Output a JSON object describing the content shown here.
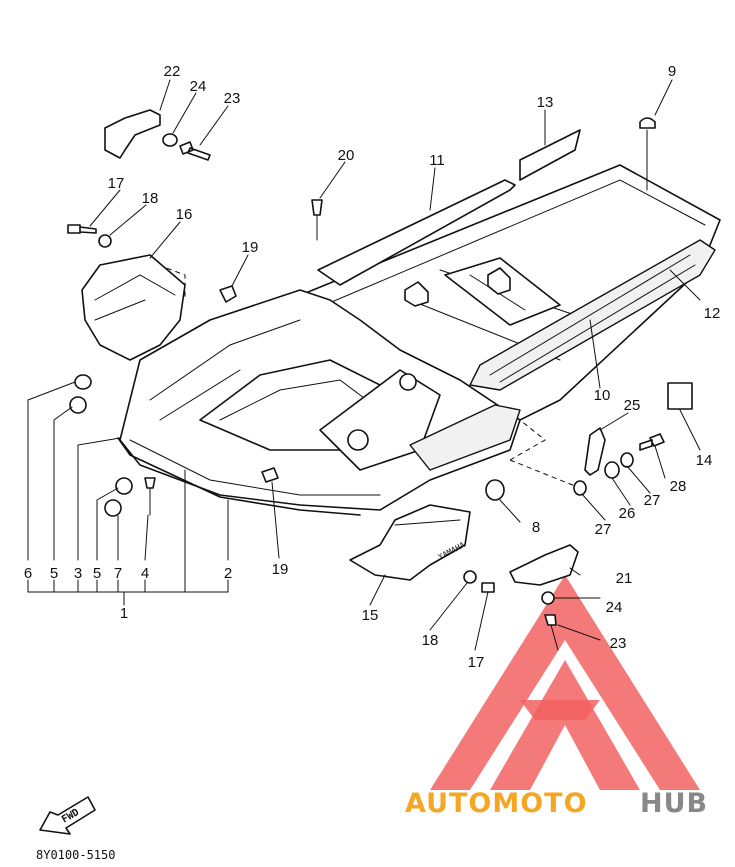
{
  "callouts": [
    {
      "id": "c22",
      "text": "22"
    },
    {
      "id": "c24a",
      "text": "24"
    },
    {
      "id": "c23a",
      "text": "23"
    },
    {
      "id": "c9",
      "text": "9"
    },
    {
      "id": "c13",
      "text": "13"
    },
    {
      "id": "c20",
      "text": "20"
    },
    {
      "id": "c11",
      "text": "11"
    },
    {
      "id": "c17a",
      "text": "17"
    },
    {
      "id": "c18a",
      "text": "18"
    },
    {
      "id": "c16",
      "text": "16"
    },
    {
      "id": "c19a",
      "text": "19"
    },
    {
      "id": "c12",
      "text": "12"
    },
    {
      "id": "c10",
      "text": "10"
    },
    {
      "id": "c14",
      "text": "14"
    },
    {
      "id": "c25",
      "text": "25"
    },
    {
      "id": "c28",
      "text": "28"
    },
    {
      "id": "c27a",
      "text": "27"
    },
    {
      "id": "c26",
      "text": "26"
    },
    {
      "id": "c27b",
      "text": "27"
    },
    {
      "id": "c8",
      "text": "8"
    },
    {
      "id": "c6",
      "text": "6"
    },
    {
      "id": "c5a",
      "text": "5"
    },
    {
      "id": "c3",
      "text": "3"
    },
    {
      "id": "c5b",
      "text": "5"
    },
    {
      "id": "c7",
      "text": "7"
    },
    {
      "id": "c4",
      "text": "4"
    },
    {
      "id": "c2",
      "text": "2"
    },
    {
      "id": "c1",
      "text": "1"
    },
    {
      "id": "c19b",
      "text": "19"
    },
    {
      "id": "c15",
      "text": "15"
    },
    {
      "id": "c18b",
      "text": "18"
    },
    {
      "id": "c17b",
      "text": "17"
    },
    {
      "id": "c21",
      "text": "21"
    },
    {
      "id": "c24b",
      "text": "24"
    },
    {
      "id": "c23b",
      "text": "23"
    }
  ],
  "fwd_label": "FWD",
  "part_code": "8Y0100-5150",
  "brand_on_part": "YAMAHA",
  "watermark": {
    "part1": "AUTOMOTO",
    "part2": "HUB",
    "color_red": "#f26262",
    "color_orange": "#f5a623",
    "color_gray": "#888888"
  }
}
